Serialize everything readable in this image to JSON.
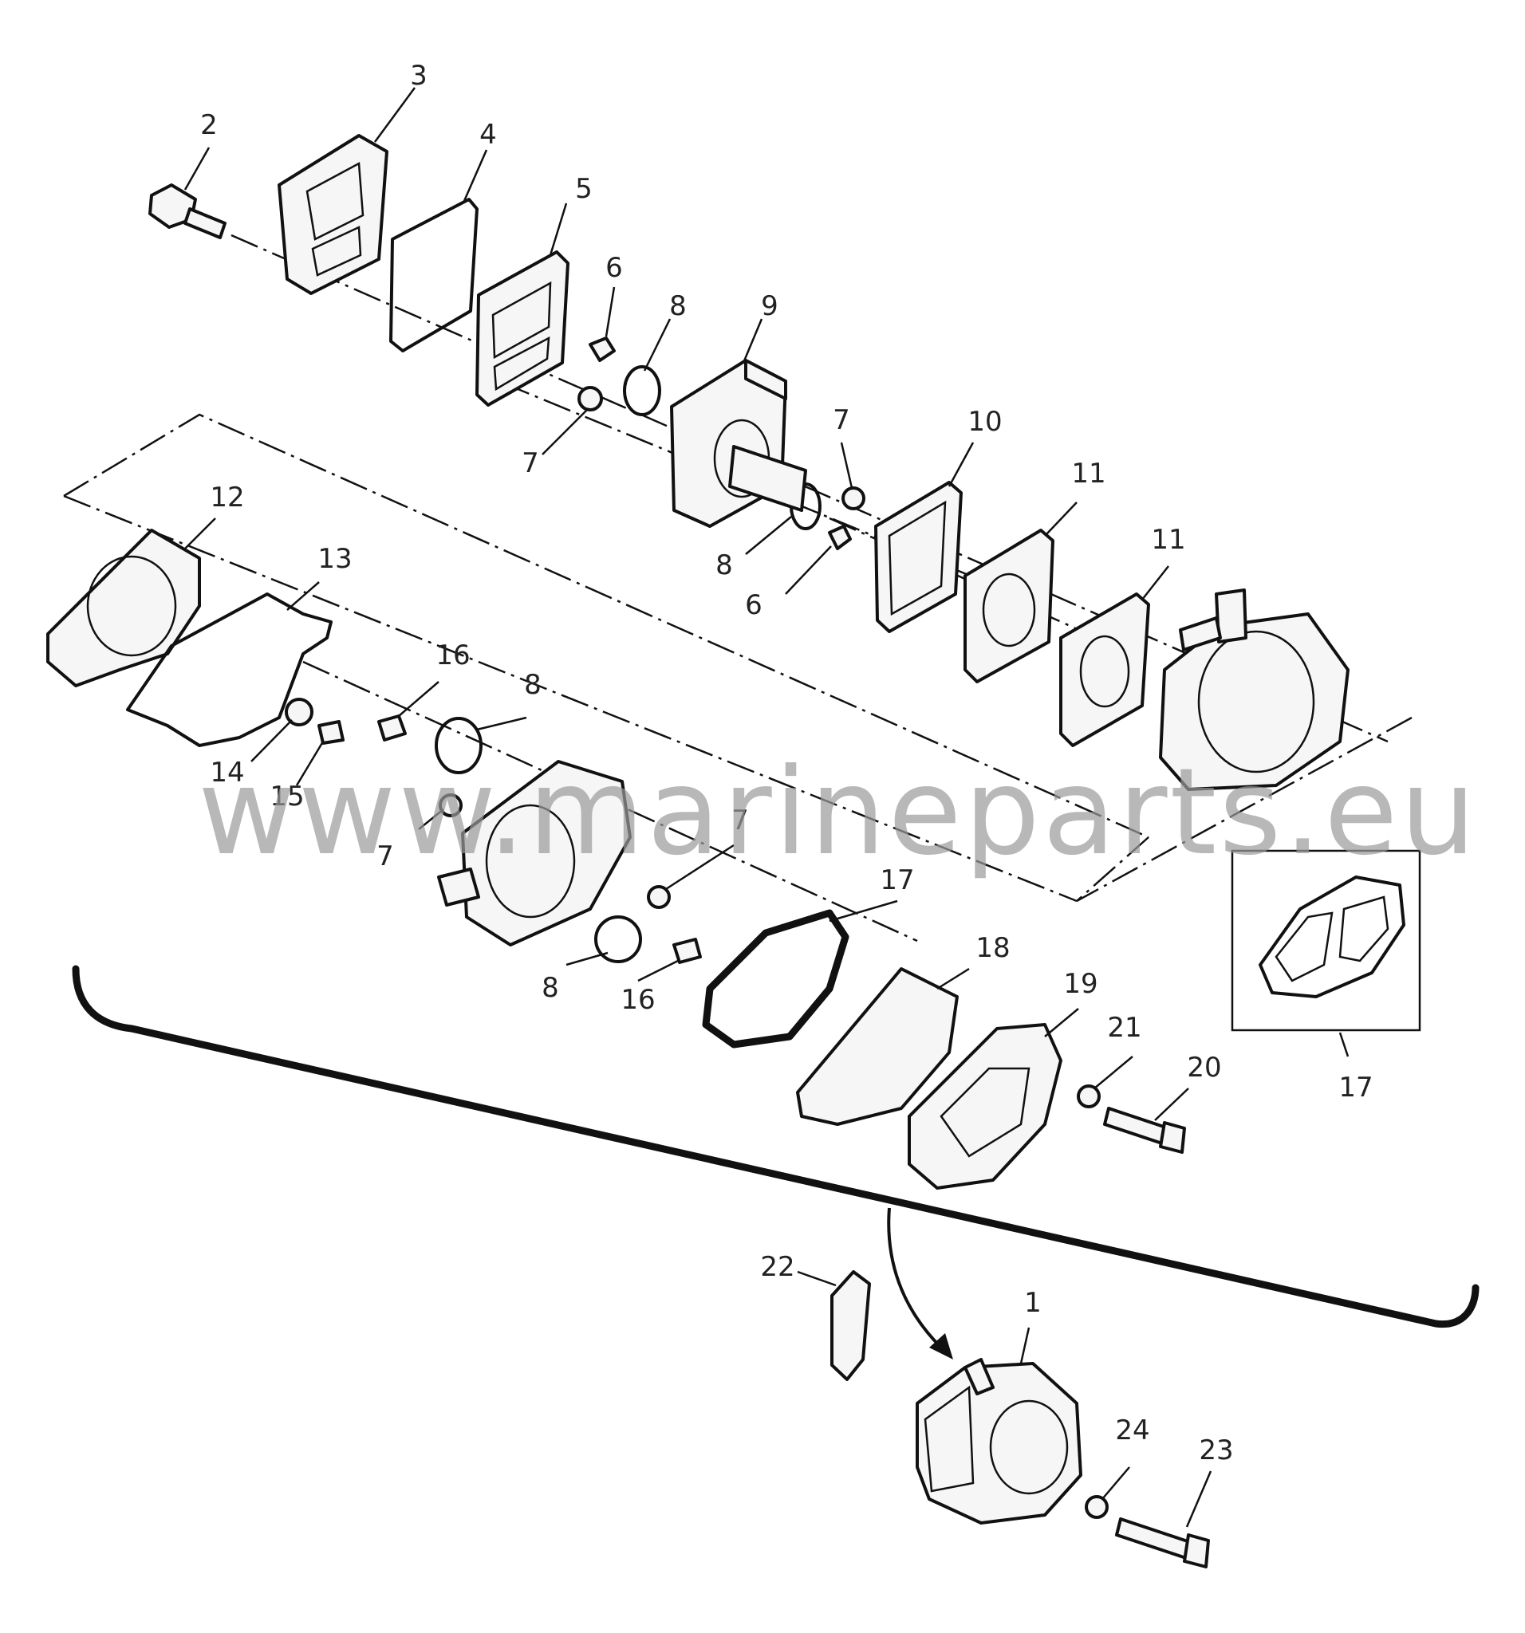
{
  "watermark": "www.marineparts.eu",
  "callouts": {
    "c1": "1",
    "c2": "2",
    "c3": "3",
    "c4": "4",
    "c5": "5",
    "c6a": "6",
    "c6b": "6",
    "c7a": "7",
    "c7b": "7",
    "c7c": "7",
    "c7d": "7",
    "c8a": "8",
    "c8b": "8",
    "c8c": "8",
    "c8d": "8",
    "c9": "9",
    "c10": "10",
    "c11a": "11",
    "c11b": "11",
    "c12": "12",
    "c13": "13",
    "c14": "14",
    "c15": "15",
    "c16a": "16",
    "c16b": "16",
    "c17a": "17",
    "c17b": "17",
    "c18": "18",
    "c19": "19",
    "c20": "20",
    "c21": "21",
    "c22": "22",
    "c23": "23",
    "c24": "24"
  }
}
